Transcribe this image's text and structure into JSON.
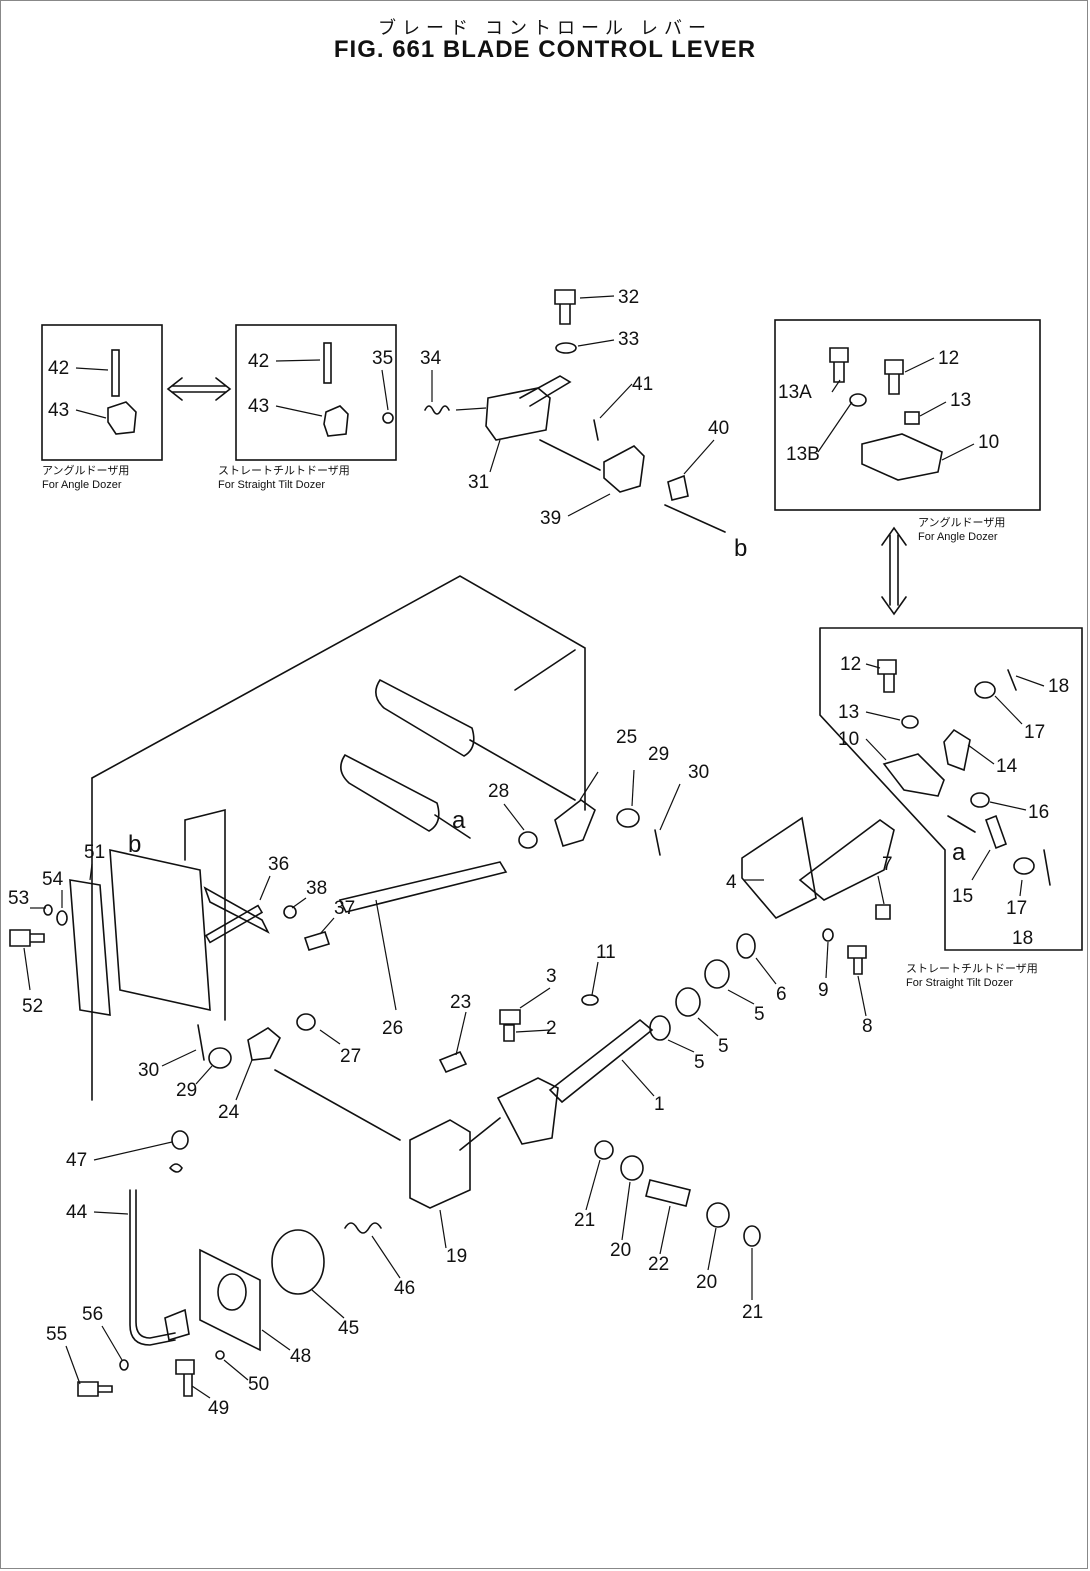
{
  "header": {
    "title_jp": "ブレード コントロール レバー",
    "title_en": "FIG. 661  BLADE  CONTROL  LEVER"
  },
  "captions": {
    "angle_jp": "アングルドーザ用",
    "angle_en": "For Angle Dozer",
    "straight_jp": "ストレートチルトドーザ用",
    "straight_en": "For Straight Tilt Dozer"
  },
  "callouts": {
    "c1": "1",
    "c2": "2",
    "c3": "3",
    "c4": "4",
    "c5": "5",
    "c6": "6",
    "c7": "7",
    "c8": "8",
    "c9": "9",
    "c10": "10",
    "c11": "11",
    "c12": "12",
    "c13": "13",
    "c13a": "13A",
    "c13b": "13B",
    "c14": "14",
    "c15": "15",
    "c16": "16",
    "c17": "17",
    "c18": "18",
    "c19": "19",
    "c20": "20",
    "c21": "21",
    "c22": "22",
    "c23": "23",
    "c24": "24",
    "c25": "25",
    "c26": "26",
    "c27": "27",
    "c28": "28",
    "c29": "29",
    "c30": "30",
    "c31": "31",
    "c32": "32",
    "c33": "33",
    "c34": "34",
    "c35": "35",
    "c36": "36",
    "c37": "37",
    "c38": "38",
    "c39": "39",
    "c40": "40",
    "c41": "41",
    "c42": "42",
    "c43": "43",
    "c44": "44",
    "c45": "45",
    "c46": "46",
    "c47": "47",
    "c48": "48",
    "c49": "49",
    "c50": "50",
    "c51": "51",
    "c52": "52",
    "c53": "53",
    "c54": "54",
    "c55": "55",
    "c56": "56",
    "ref_a": "a",
    "ref_b": "b"
  }
}
